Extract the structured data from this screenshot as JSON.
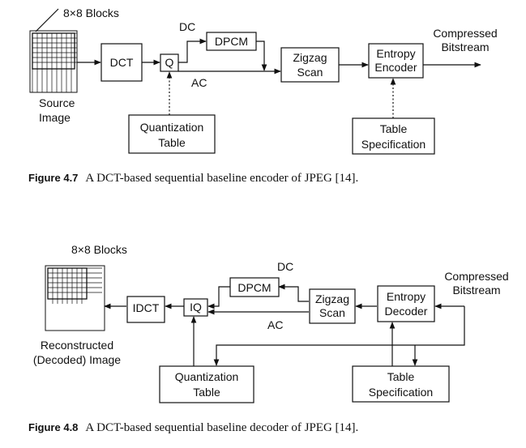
{
  "encoder": {
    "blocks_label": "8×8 Blocks",
    "source_line1": "Source",
    "source_line2": "Image",
    "dct": "DCT",
    "q": "Q",
    "dc": "DC",
    "ac": "AC",
    "dpcm": "DPCM",
    "zigzag_line1": "Zigzag",
    "zigzag_line2": "Scan",
    "entropy_line1": "Entropy",
    "entropy_line2": "Encoder",
    "compressed_line1": "Compressed",
    "compressed_line2": "Bitstream",
    "qtable_line1": "Quantization",
    "qtable_line2": "Table",
    "tspec_line1": "Table",
    "tspec_line2": "Specification",
    "caption_label": "Figure 4.7",
    "caption_text": "A DCT-based sequential baseline encoder of JPEG [14]."
  },
  "decoder": {
    "blocks_label": "8×8 Blocks",
    "recon_line1": "Reconstructed",
    "recon_line2": "(Decoded) Image",
    "idct": "IDCT",
    "iq": "IQ",
    "dc": "DC",
    "ac": "AC",
    "dpcm": "DPCM",
    "zigzag_line1": "Zigzag",
    "zigzag_line2": "Scan",
    "entropy_line1": "Entropy",
    "entropy_line2": "Decoder",
    "compressed_line1": "Compressed",
    "compressed_line2": "Bitstream",
    "qtable_line1": "Quantization",
    "qtable_line2": "Table",
    "tspec_line1": "Table",
    "tspec_line2": "Specification",
    "caption_label": "Figure 4.8",
    "caption_text": "A DCT-based sequential baseline decoder of JPEG [14]."
  }
}
